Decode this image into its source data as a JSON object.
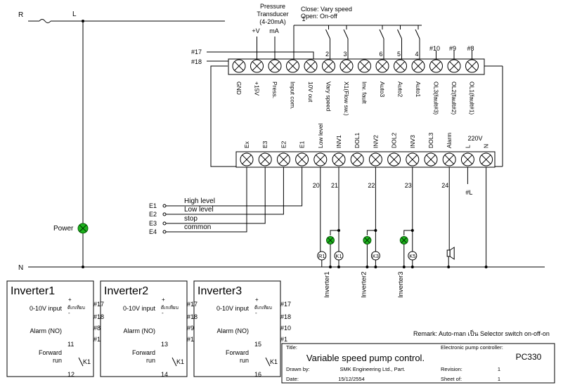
{
  "mains": {
    "r_label": "R",
    "l_label": "L",
    "n_label": "N",
    "power_label": "Power",
    "power_color": "#1db31d"
  },
  "transducer": {
    "line1": "Pressure",
    "line2": "Transducer",
    "line3": "(4-20mA)",
    "plus_label": "+V",
    "ma_label": "mA"
  },
  "switch_note": {
    "close": "Close: Vary speed",
    "open": "Open: On-off",
    "common_wire": "1"
  },
  "upper_strip": {
    "left_wires": [
      "#17",
      "#18"
    ],
    "terminals": [
      {
        "label": "GND",
        "wire": ""
      },
      {
        "label": "+15V",
        "wire": ""
      },
      {
        "label": "Press.",
        "wire": ""
      },
      {
        "label": "Input com.",
        "wire": ""
      },
      {
        "label": "10V out",
        "wire": ""
      },
      {
        "label": "Vary speed",
        "wire": "2"
      },
      {
        "label": "X1(Flow sw.)",
        "wire": "3"
      },
      {
        "label": "Inv. fault",
        "wire": ""
      },
      {
        "label": "Auto3",
        "wire": "6"
      },
      {
        "label": "Auto2",
        "wire": "5"
      },
      {
        "label": "Auto1",
        "wire": "4"
      },
      {
        "label": "OL3(fault#3)",
        "wire": "#10"
      },
      {
        "label": "OL2(fault#2)",
        "wire": "#9"
      },
      {
        "label": "OL1(fault#1)",
        "wire": "#8"
      }
    ]
  },
  "lower_strip": {
    "terminals": [
      {
        "label": "Ex",
        "wire": ""
      },
      {
        "label": "E3",
        "wire": ""
      },
      {
        "label": "E2",
        "wire": ""
      },
      {
        "label": "E1",
        "wire": ""
      },
      {
        "label": "Low level",
        "wire": "20"
      },
      {
        "label": "INV1",
        "wire": "21"
      },
      {
        "label": "DOL1",
        "wire": ""
      },
      {
        "label": "INV2",
        "wire": "22"
      },
      {
        "label": "DOL2",
        "wire": ""
      },
      {
        "label": "INV3",
        "wire": "23"
      },
      {
        "label": "DOL3",
        "wire": ""
      },
      {
        "label": "Alarm",
        "wire": "24"
      },
      {
        "label": "L",
        "wire": "#L"
      },
      {
        "label": "N",
        "wire": ""
      }
    ],
    "supply_label": "220V"
  },
  "electrodes": [
    {
      "name": "E1",
      "desc": "High level"
    },
    {
      "name": "E2",
      "desc": "Low level"
    },
    {
      "name": "E3",
      "desc": "stop"
    },
    {
      "name": "E4",
      "desc": "common"
    }
  ],
  "outputs": {
    "lamp_color": "#1db31d",
    "coils": [
      "R1",
      "K1",
      "K3",
      "K5"
    ],
    "inverter_labels": [
      "Inverter1",
      "Inverter2",
      "Inverter3"
    ]
  },
  "inverters": [
    {
      "title": "Inverter1",
      "input_label": "0-10V input",
      "plus": "+",
      "mid": "ดีเกเทียบ",
      "minus": "-",
      "wire_a": "#17",
      "wire_b": "#18",
      "alarm_label": "Alarm (NO)",
      "alarm_wire": "#8",
      "alarm_com": "#1",
      "fwd_label1": "Forward",
      "fwd_label2": "run",
      "term_top": "11",
      "term_bottom": "12",
      "contact": "K1"
    },
    {
      "title": "Inverter2",
      "input_label": "0-10V input",
      "plus": "+",
      "mid": "ดีเกเทียบ",
      "minus": "-",
      "wire_a": "#17",
      "wire_b": "#18",
      "alarm_label": "Alarm (NO)",
      "alarm_wire": "#9",
      "alarm_com": "#1",
      "fwd_label1": "Forward",
      "fwd_label2": "run",
      "term_top": "13",
      "term_bottom": "14",
      "contact": "K1"
    },
    {
      "title": "Inverter3",
      "input_label": "0-10V input",
      "plus": "+",
      "mid": "ดีเกเทียบ",
      "minus": "-",
      "wire_a": "#17",
      "wire_b": "#18",
      "alarm_label": "Alarm (NO)",
      "alarm_wire": "#10",
      "alarm_com": "#1",
      "fwd_label1": "Forward",
      "fwd_label2": "run",
      "term_top": "15",
      "term_bottom": "16",
      "contact": "K1"
    }
  ],
  "remark": "Remark: Auto-man เป็น Selector switch on-off-on",
  "title_block": {
    "title_label": "Title:",
    "title": "Variable speed pump control.",
    "controller_label": "Electronic pump controller:",
    "controller": "PC330",
    "drawn_label": "Drawn by:",
    "drawn": "SMK Engineering Ltd., Part.",
    "revision_label": "Revision:",
    "revision": "1",
    "date_label": "Date:",
    "date": "15/12/2554",
    "sheet_label": "Sheet of:",
    "sheet": "1"
  }
}
